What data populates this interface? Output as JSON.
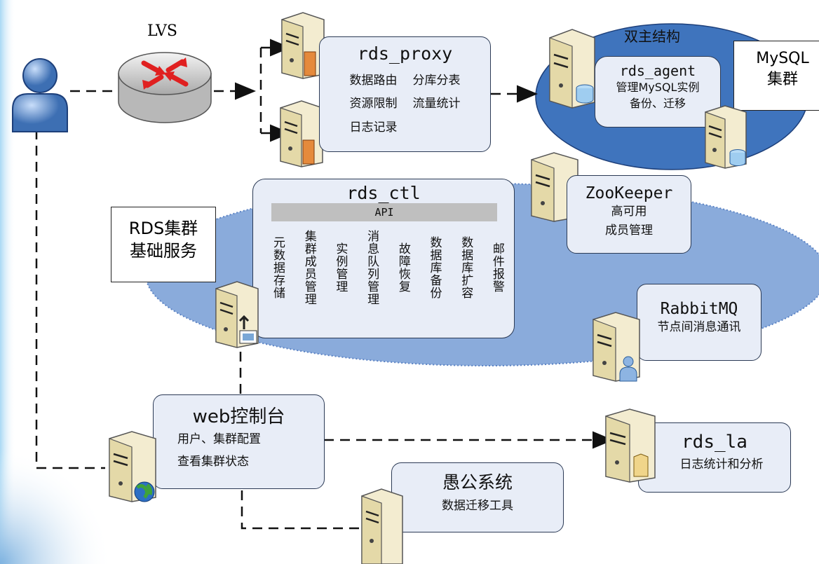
{
  "lvs": {
    "label": "LVS"
  },
  "rds_proxy": {
    "title": "rds_proxy",
    "features": [
      "数据路由",
      "分库分表",
      "资源限制",
      "流量统计",
      "日志记录"
    ]
  },
  "mysql_cluster": {
    "group_label": "双主结构",
    "box_label": "MySQL\n集群",
    "agent": {
      "title": "rds_agent",
      "lines": [
        "管理MySQL实例",
        "备份、迁移"
      ]
    }
  },
  "base_services": {
    "label": "RDS集群\n基础服务"
  },
  "rds_ctl": {
    "title": "rds_ctl",
    "api": "API",
    "columns": [
      "元数据存储",
      "集群成员管理",
      "实例管理",
      "消息队列管理",
      "故障恢复",
      "数据库备份",
      "数据库扩容",
      "邮件报警"
    ]
  },
  "zookeeper": {
    "title": "ZooKeeper",
    "lines": [
      "高可用",
      "成员管理"
    ]
  },
  "rabbitmq": {
    "title": "RabbitMQ",
    "lines": [
      "节点间消息通讯"
    ]
  },
  "web_console": {
    "title": "web控制台",
    "lines": [
      "用户、集群配置",
      "查看集群状态"
    ]
  },
  "rds_la": {
    "title": "rds_la",
    "lines": [
      "日志统计和分析"
    ]
  },
  "yugong": {
    "title": "愚公系统",
    "lines": [
      "数据迁移工具"
    ]
  },
  "colors": {
    "ellipse": "#86a6d8",
    "ellipse_dark": "#3e6fb8",
    "box": "#e8edf7",
    "bg_accent": "#aad4ef"
  }
}
